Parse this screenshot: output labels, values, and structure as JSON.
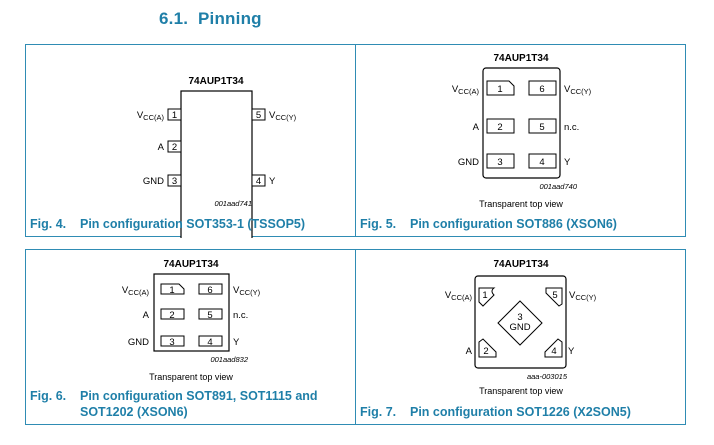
{
  "section": {
    "number": "6.1.",
    "title": "Pinning"
  },
  "fig4": {
    "chip": "74AUP1T34",
    "left_pins": [
      {
        "num": "1",
        "main": "V",
        "sub": "CC(A)"
      },
      {
        "num": "2",
        "main": "A",
        "sub": ""
      },
      {
        "num": "3",
        "main": "GND",
        "sub": ""
      }
    ],
    "right_pins": [
      {
        "num": "5",
        "main": "V",
        "sub": "CC(Y)"
      },
      {
        "num": "4",
        "main": "Y",
        "sub": ""
      }
    ],
    "code": "001aad741",
    "caption_num": "Fig. 4.",
    "caption": "Pin configuration SOT353-1 (TSSOP5)"
  },
  "fig5": {
    "chip": "74AUP1T34",
    "left_pins": [
      {
        "num": "1",
        "main": "V",
        "sub": "CC(A)"
      },
      {
        "num": "2",
        "main": "A",
        "sub": ""
      },
      {
        "num": "3",
        "main": "GND",
        "sub": ""
      }
    ],
    "right_pins": [
      {
        "num": "6",
        "main": "V",
        "sub": "CC(Y)"
      },
      {
        "num": "5",
        "main": "n.c.",
        "sub": ""
      },
      {
        "num": "4",
        "main": "Y",
        "sub": ""
      }
    ],
    "code": "001aad740",
    "view": "Transparent top view",
    "caption_num": "Fig. 5.",
    "caption": "Pin configuration SOT886 (XSON6)"
  },
  "fig6": {
    "chip": "74AUP1T34",
    "left_pins": [
      {
        "num": "1",
        "main": "V",
        "sub": "CC(A)"
      },
      {
        "num": "2",
        "main": "A",
        "sub": ""
      },
      {
        "num": "3",
        "main": "GND",
        "sub": ""
      }
    ],
    "right_pins": [
      {
        "num": "6",
        "main": "V",
        "sub": "CC(Y)"
      },
      {
        "num": "5",
        "main": "n.c.",
        "sub": ""
      },
      {
        "num": "4",
        "main": "Y",
        "sub": ""
      }
    ],
    "code": "001aad832",
    "view": "Transparent top view",
    "caption_num": "Fig. 6.",
    "caption_line1": "Pin configuration SOT891, SOT1115 and",
    "caption_line2": "SOT1202 (XSON6)"
  },
  "fig7": {
    "chip": "74AUP1T34",
    "pins": [
      {
        "num": "1",
        "main": "V",
        "sub": "CC(A)"
      },
      {
        "num": "5",
        "main": "V",
        "sub": "CC(Y)"
      },
      {
        "num": "2",
        "main": "A",
        "sub": ""
      },
      {
        "num": "4",
        "main": "Y",
        "sub": ""
      }
    ],
    "center_num": "3",
    "center_label": "GND",
    "code": "aaa-003015",
    "view": "Transparent top view",
    "caption_num": "Fig. 7.",
    "caption": "Pin configuration SOT1226 (X2SON5)"
  }
}
